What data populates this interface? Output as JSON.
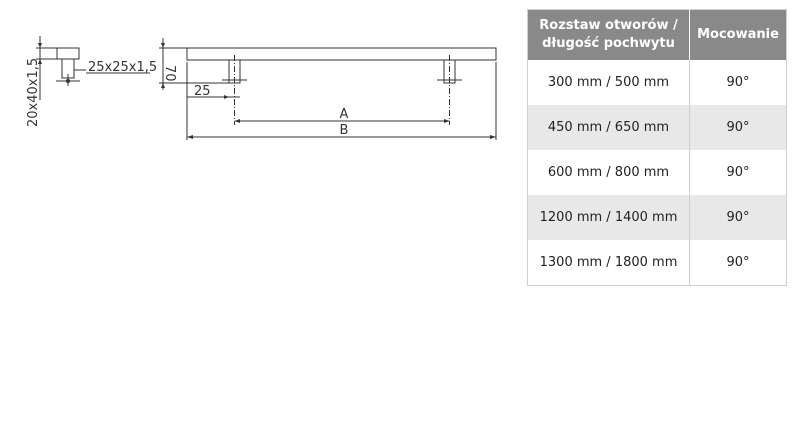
{
  "drawing": {
    "tube_label": "20x40x1,5",
    "post_label": "25x25x1,5",
    "height_label": "70",
    "offset_label": "25",
    "spacing_label": "A",
    "length_label": "B"
  },
  "table": {
    "headers": [
      "Rozstaw otworów / długość pochwytu",
      "Mocowanie"
    ],
    "header_lines": [
      "Rozstaw otworów /",
      "długość pochwytu"
    ],
    "rows": [
      {
        "size": "300 mm / 500 mm",
        "mount": "90°"
      },
      {
        "size": "450 mm / 650 mm",
        "mount": "90°"
      },
      {
        "size": "600 mm / 800 mm",
        "mount": "90°"
      },
      {
        "size": "1200 mm / 1400 mm",
        "mount": "90°"
      },
      {
        "size": "1300 mm / 1800 mm",
        "mount": "90°"
      }
    ]
  }
}
